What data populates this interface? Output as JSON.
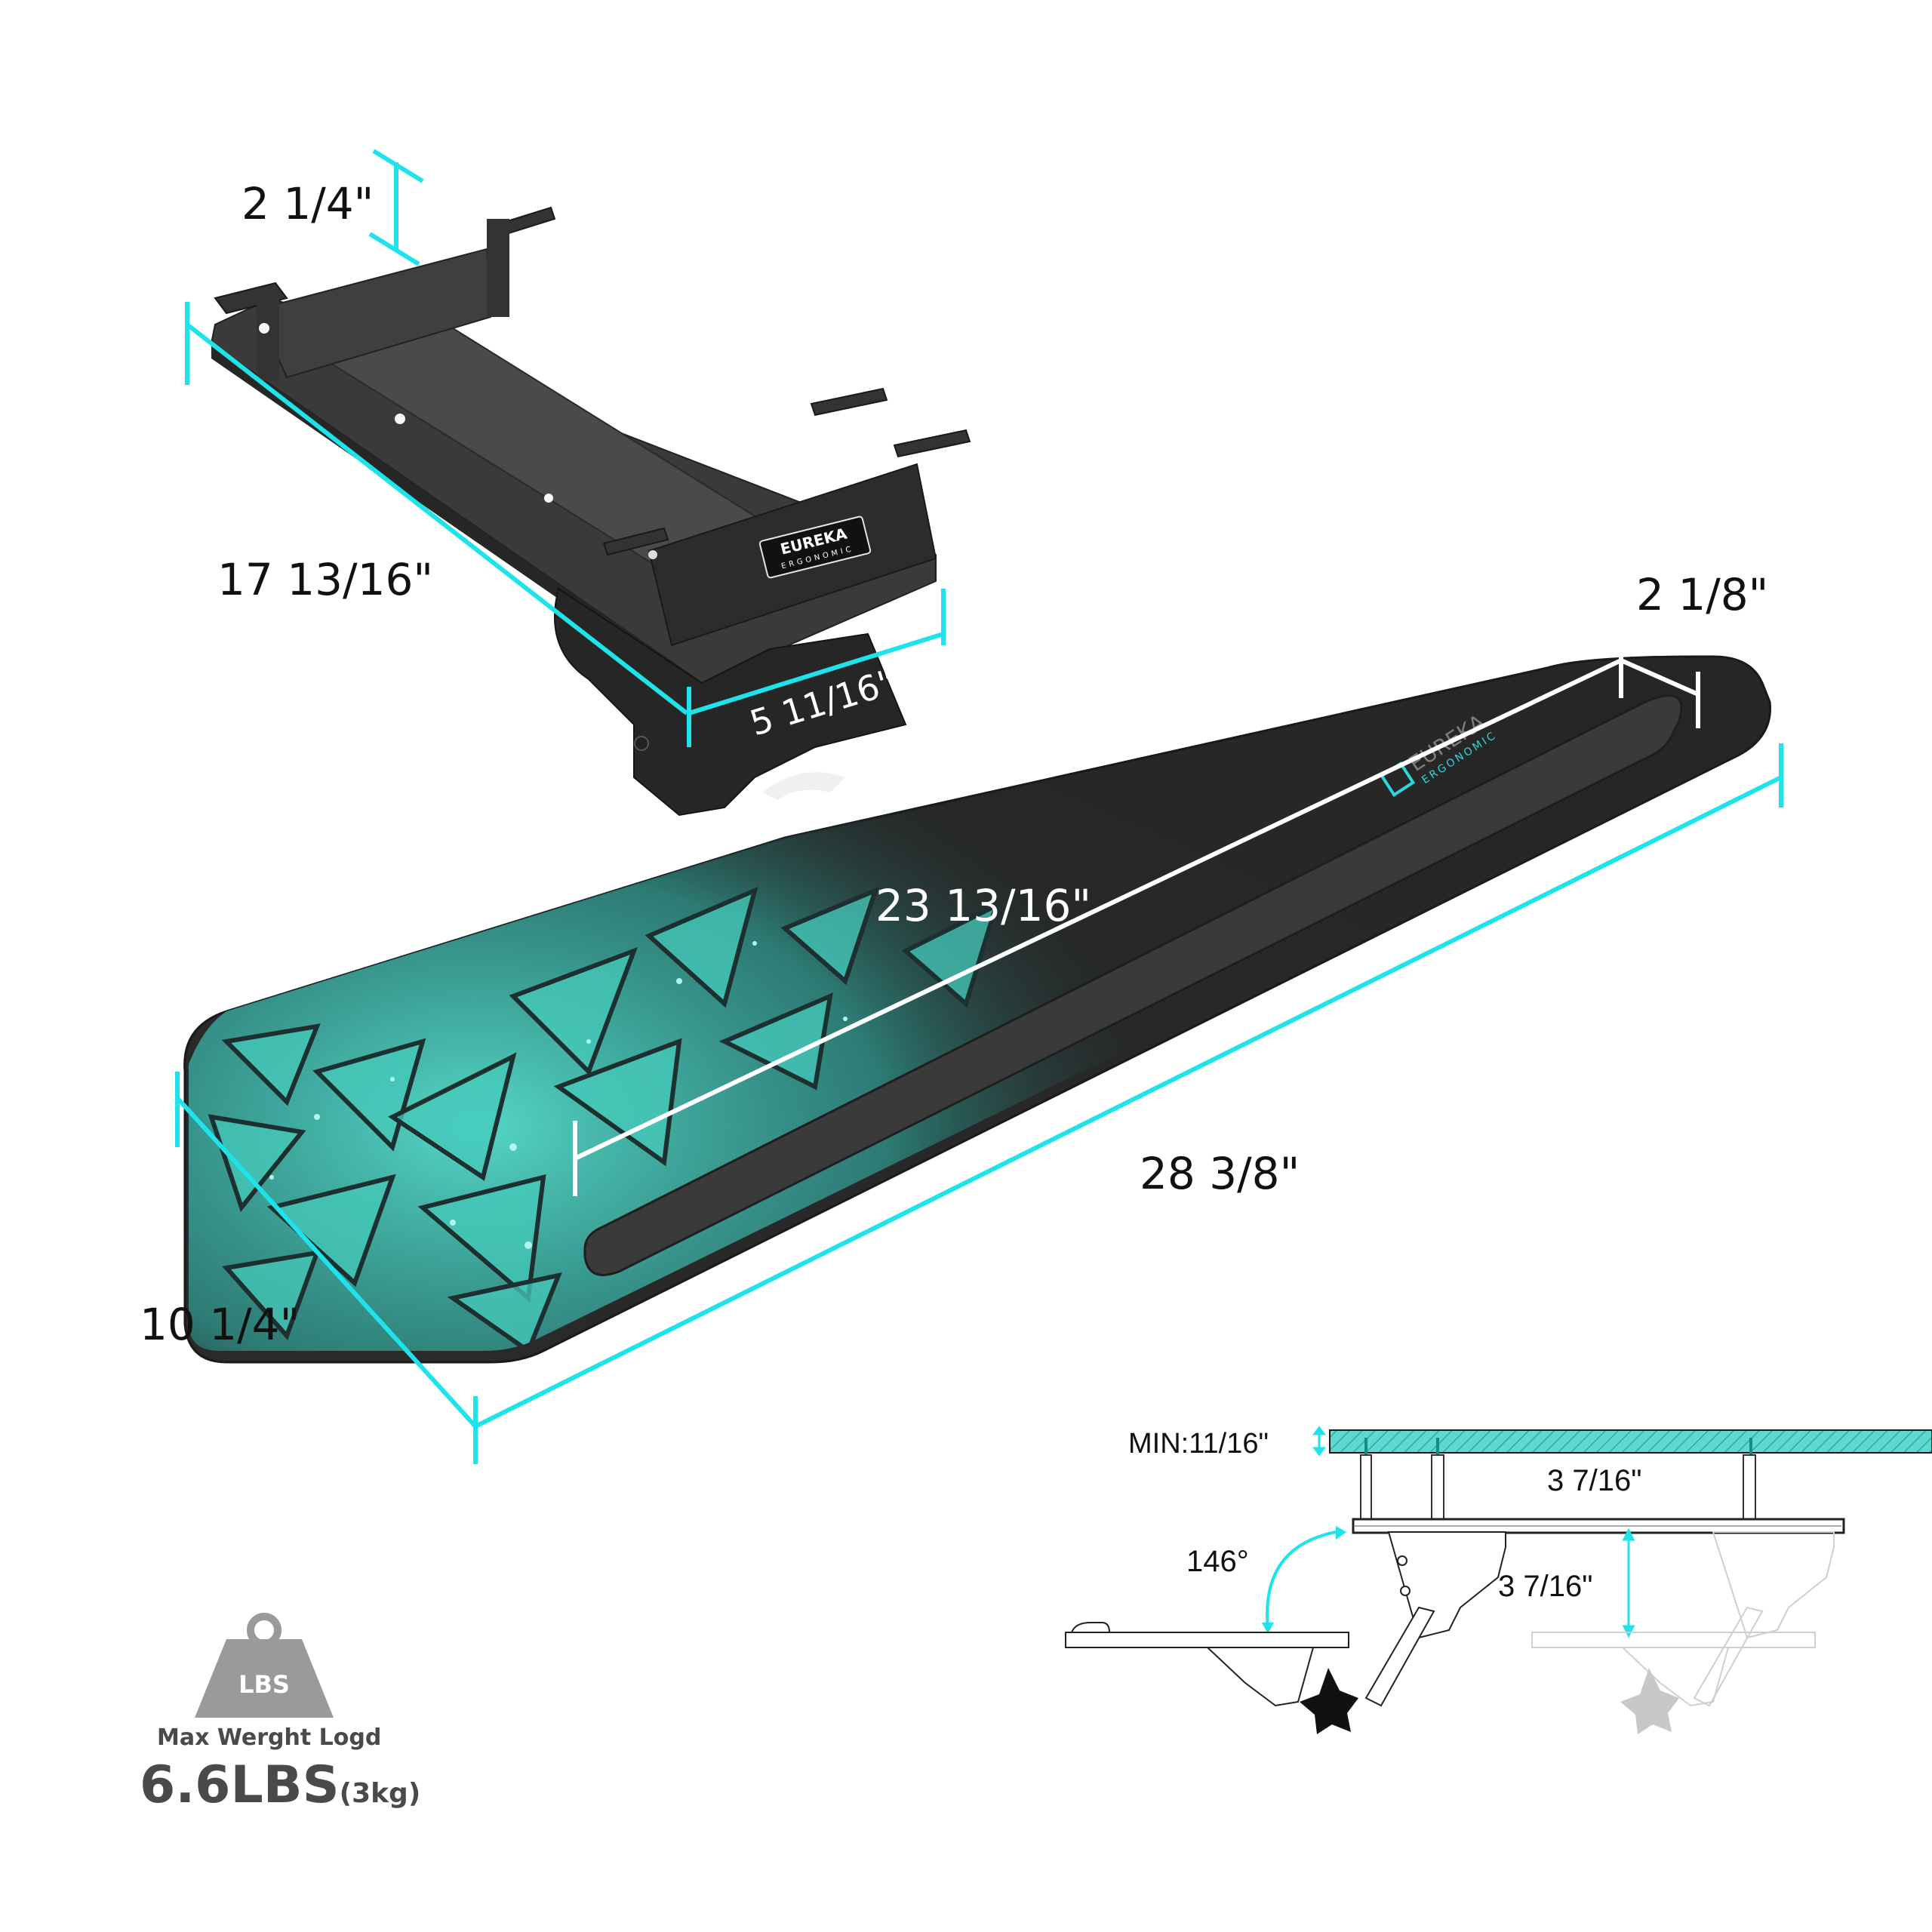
{
  "colors": {
    "background": "#ffffff",
    "dimension_line_cyan": "#1fe3ea",
    "dimension_line_white": "#ffffff",
    "tray_dark": "#2b2b2b",
    "tray_edge": "#1e1e1e",
    "tray_pattern_teal": "#3fbfb0",
    "bracket_dark": "#333333",
    "weight_icon_gray": "#9a9a9a",
    "weight_text": "#4a4a4a",
    "desk_plank_teal": "#5ed8d0"
  },
  "product": {
    "brand_plate_text": "EUREKA",
    "brand_plate_subtext": "ERGONOMIC",
    "tray_logo_text": "EUREKA",
    "tray_logo_subtext": "ERGONOMIC"
  },
  "dimensions": {
    "bracket_height": "2 1/4\"",
    "track_length": "17 13/16\"",
    "mount_width": "5 11/16\"",
    "wrist_rest_depth": "2 1/8\"",
    "wrist_rest_length": "23 13/16\"",
    "tray_length": "28 3/8\"",
    "tray_depth": "10 1/4\""
  },
  "side_view": {
    "min_desk_thickness": "MIN:11/16\"",
    "bracket_depth": "3 7/16\"",
    "drop_height": "3 7/16\"",
    "tilt_angle": "146°"
  },
  "weight_badge": {
    "icon_label": "LBS",
    "caption": "Max  Werght Logd",
    "value": "6.6LBS",
    "value_metric": "(3kg)"
  }
}
